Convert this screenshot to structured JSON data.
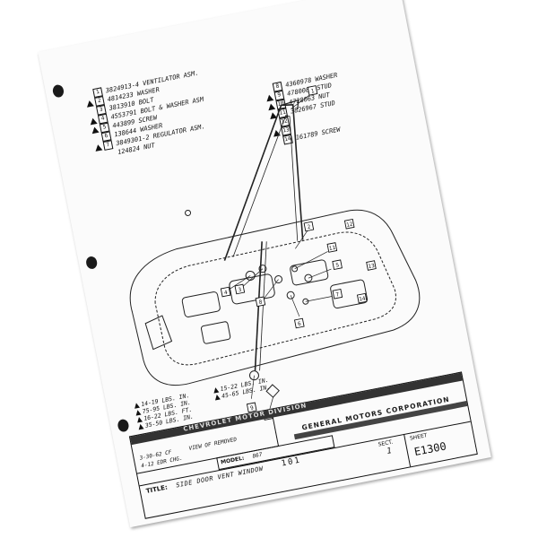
{
  "parts_left": [
    {
      "key": "1",
      "text": "3824913-4 VENTILATOR ASM.",
      "warn": false
    },
    {
      "key": "2",
      "text": "4814233 WASHER",
      "warn": true
    },
    {
      "key": "3",
      "text": "3813910 BOLT",
      "warn": false
    },
    {
      "key": "4",
      "text": "4553791 BOLT & WASHER ASM",
      "warn": true
    },
    {
      "key": "5",
      "text": "443899 SCREW",
      "warn": true
    },
    {
      "key": "6",
      "text": "138644 WASHER",
      "warn": false
    },
    {
      "key": "7",
      "text": "3849301-2 REGULATOR ASM.",
      "warn": true
    },
    {
      "key": "",
      "text": "124824 NUT",
      "warn": false
    }
  ],
  "parts_right": [
    {
      "key": "8",
      "text": "4360978 WASHER",
      "warn": false
    },
    {
      "key": "9",
      "text": "4780083 STUD",
      "warn": true
    },
    {
      "key": "10",
      "text": "4728063 NUT",
      "warn": true
    },
    {
      "key": "11",
      "text": "3826967 STUD",
      "warn": true
    },
    {
      "key": "12",
      "text": "",
      "warn": false
    },
    {
      "key": "13",
      "text": "",
      "warn": true
    },
    {
      "key": "14",
      "text": "161789 SCREW",
      "warn": false
    }
  ],
  "torque_legend": [
    "14-19 LBS. IN.",
    "75-95 LBS. IN.",
    "16-22 LBS. FT.",
    "35-50 LBS. IN.",
    "15-22 LBS. IN.",
    "45-65 LBS. IN."
  ],
  "title_block": {
    "stamp_upper": "CHEVROLET MOTOR DIVISION",
    "stamp_lower": "GENERAL MOTORS CORPORATION",
    "date_1": "3-30-62 CF",
    "date_2": "4-12 EDR CHG.",
    "revision_note": "VIEW OF REMOVED",
    "model_label": "MODEL:",
    "model_value": "867",
    "title_label": "TITLE:",
    "title_value": "SIDE DOOR VENT WINDOW",
    "title_page": "101",
    "sheet_label": "SECT.",
    "sheet_value": "1",
    "sheet_no_label": "SHEET",
    "sheet_no": "E1300"
  },
  "callouts": [
    "1",
    "2",
    "3",
    "4",
    "5",
    "6",
    "7",
    "8",
    "9",
    "10",
    "11",
    "12",
    "13",
    "14"
  ]
}
